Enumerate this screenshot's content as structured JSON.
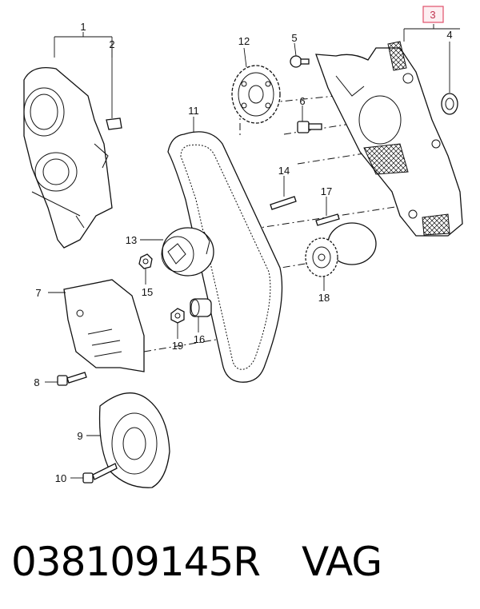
{
  "diagram": {
    "callouts": {
      "c1": "1",
      "c2": "2",
      "c3": "3",
      "c4": "4",
      "c5": "5",
      "c6": "6",
      "c7": "7",
      "c8": "8",
      "c9": "9",
      "c10": "10",
      "c11": "11",
      "c12": "12",
      "c13": "13",
      "c14": "14",
      "c15": "15",
      "c16": "16",
      "c17": "17",
      "c18": "18",
      "c19": "19"
    },
    "highlight_color": "#e0506a"
  },
  "footer": {
    "part_number": "038109145R",
    "brand": "VAG"
  }
}
